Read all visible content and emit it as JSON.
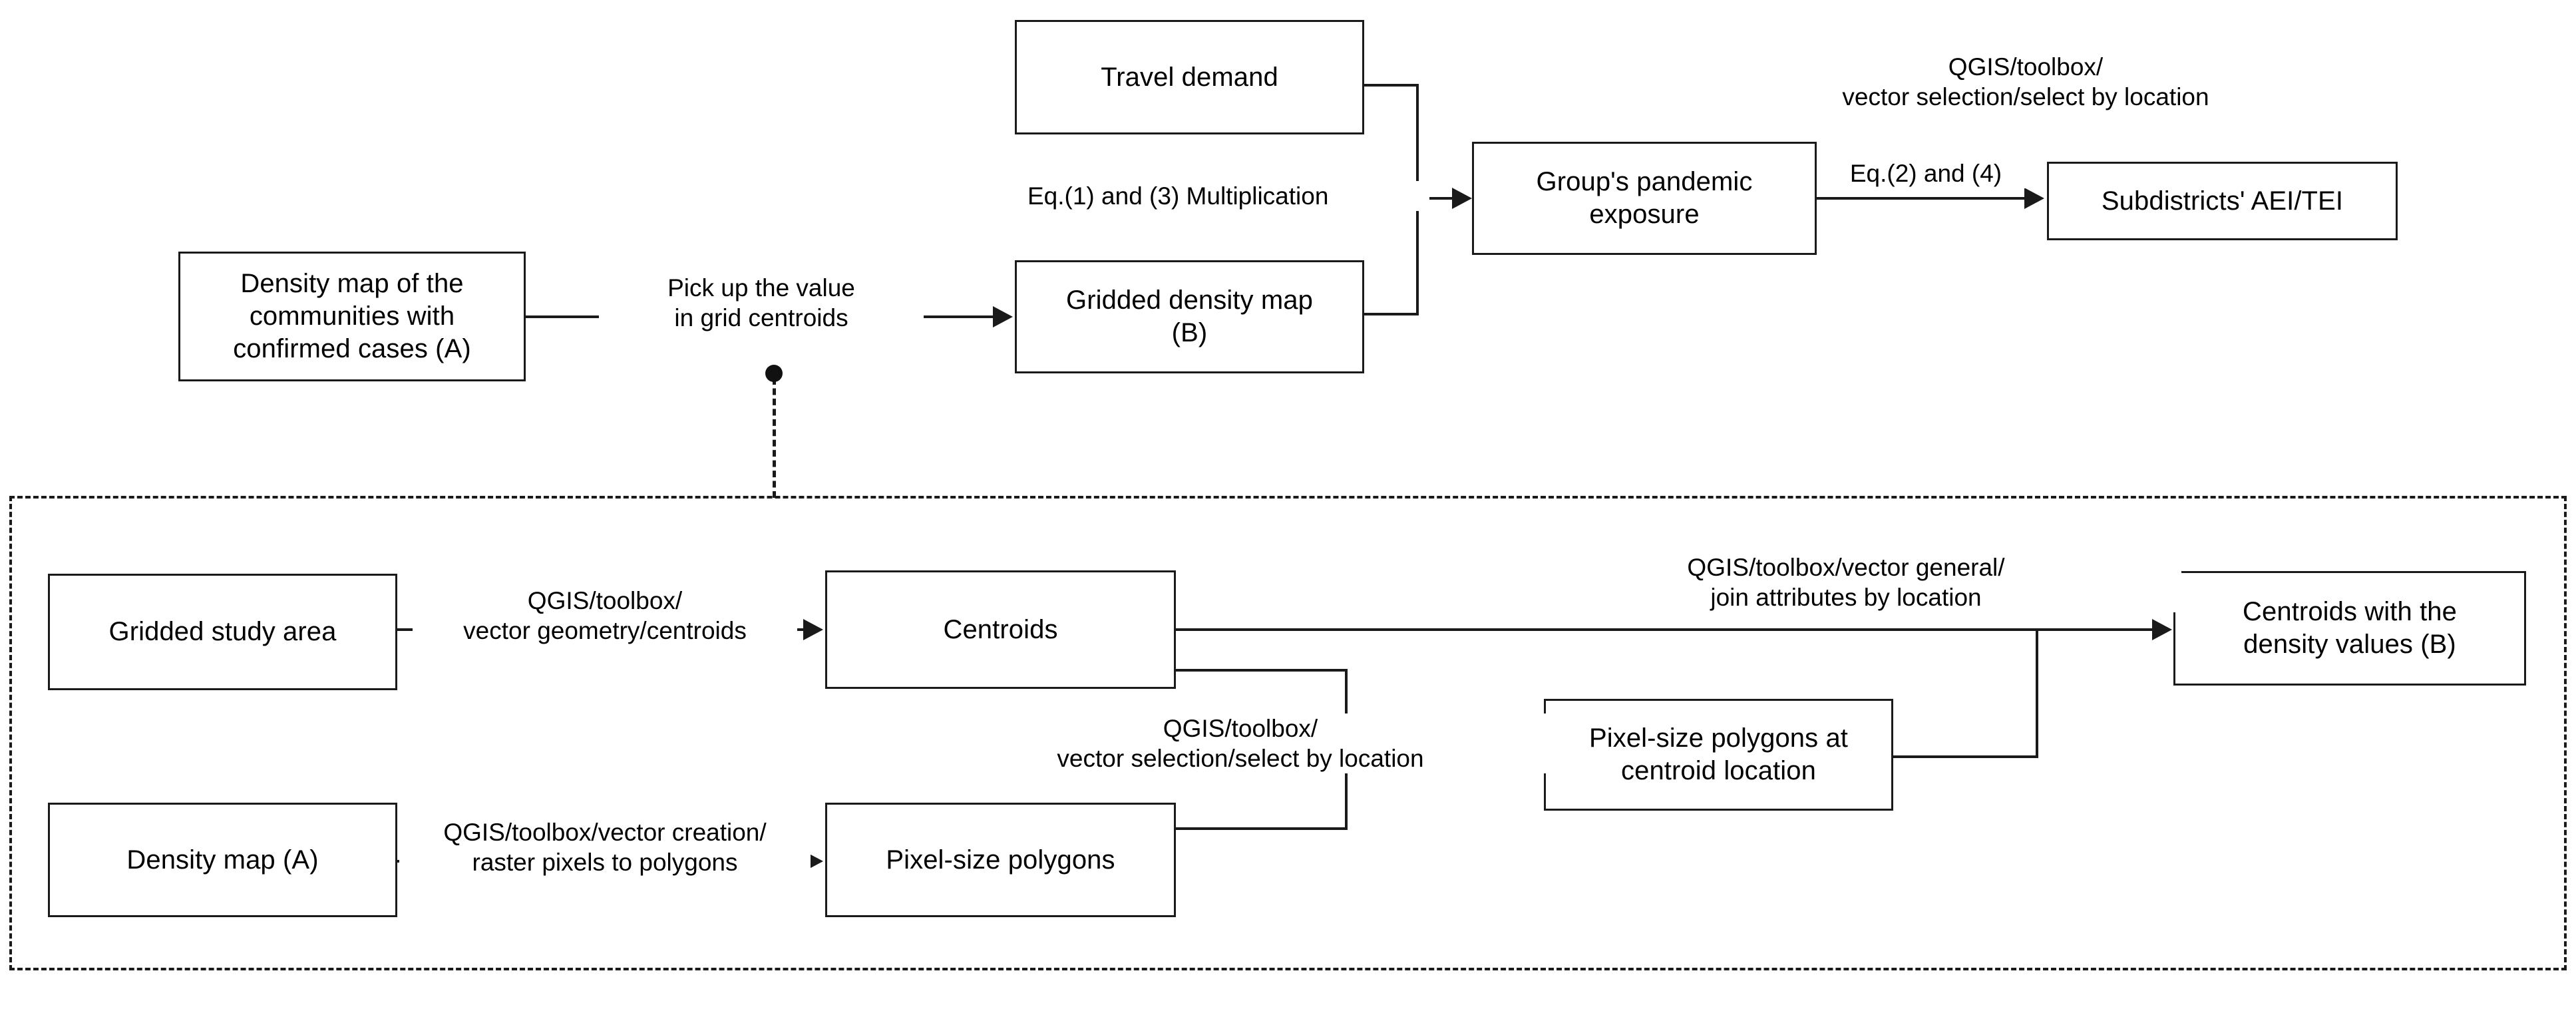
{
  "diagram": {
    "title": "Workflow for computing subdistricts' AEI/TEI from density and travel demand data",
    "type": "flowchart",
    "upper_flow": {
      "nodes": [
        {
          "id": "density-map-communities",
          "label": "Density map of the\ncommunities with\nconfirmed cases (A)"
        },
        {
          "id": "travel-demand",
          "label": "Travel demand"
        },
        {
          "id": "gridded-density-map",
          "label": "Gridded density map\n(B)"
        },
        {
          "id": "groups-pandemic-exposure",
          "label": "Group's pandemic\nexposure"
        },
        {
          "id": "subdistricts-aei-tei",
          "label": "Subdistricts' AEI/TEI"
        }
      ],
      "edges": [
        {
          "id": "pick-up-value",
          "label": "Pick up the value\nin grid centroids"
        },
        {
          "id": "eq1-eq3",
          "label": "Eq.(1) and (3) Multiplication"
        },
        {
          "id": "eq2-eq4",
          "label": "Eq.(2) and (4)"
        },
        {
          "id": "select-by-location",
          "label": "QGIS/toolbox/\nvector selection/select by location"
        }
      ]
    },
    "detail_box": {
      "nodes": [
        {
          "id": "gridded-study-area",
          "label": "Gridded study area"
        },
        {
          "id": "centroids",
          "label": "Centroids"
        },
        {
          "id": "centroids-density",
          "label": "Centroids with the\ndensity values (B)"
        },
        {
          "id": "pixel-polygons-centroid",
          "label": "Pixel-size polygons at\ncentroid location"
        },
        {
          "id": "density-map-a",
          "label": "Density map (A)"
        },
        {
          "id": "pixel-size-polygons",
          "label": "Pixel-size polygons"
        }
      ],
      "edges": [
        {
          "id": "vector-geometry-centroids",
          "label": "QGIS/toolbox/\nvector geometry/centroids"
        },
        {
          "id": "join-attributes",
          "label": "QGIS/toolbox/vector general/\njoin attributes by location"
        },
        {
          "id": "select-by-location-2",
          "label": "QGIS/toolbox/\nvector selection/select by location"
        },
        {
          "id": "raster-pixels-to-polygons",
          "label": "QGIS/toolbox/vector creation/\nraster pixels to polygons"
        }
      ]
    },
    "colors": {
      "stroke": "#1a1a1a",
      "background": "#ffffff",
      "text": "#000000"
    }
  }
}
